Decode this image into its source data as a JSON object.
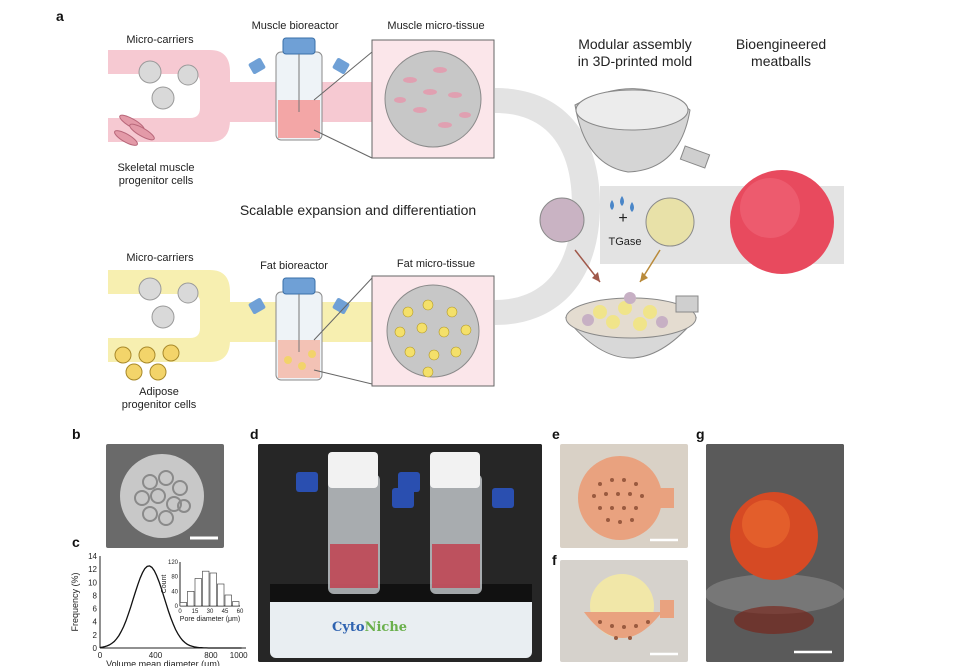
{
  "panels": {
    "a": "a",
    "b": "b",
    "c": "c",
    "d": "d",
    "e": "e",
    "f": "f",
    "g": "g"
  },
  "top": {
    "microcarriers": "Micro-carriers",
    "bioreactor": "Muscle bioreactor",
    "microtissue": "Muscle micro-tissue",
    "cells": "Skeletal muscle\nprogenitor cells"
  },
  "bottom": {
    "microcarriers": "Micro-carriers",
    "bioreactor": "Fat bioreactor",
    "microtissue": "Fat micro-tissue",
    "cells": "Adipose\nprogenitor cells"
  },
  "center_label": "Scalable expansion and differentiation",
  "assembly_label": "Modular assembly\nin 3D-printed mold",
  "product_label": "Bioengineered\nmeatballs",
  "plus": "+",
  "enzyme": "TGase",
  "chart_c": {
    "ylabel": "Frequency (%)",
    "xlabel": "Volume mean diameter (μm)",
    "yticks": [
      "0",
      "2",
      "4",
      "6",
      "8",
      "10",
      "12",
      "14"
    ],
    "xticks": [
      "0",
      "400",
      "800",
      "1000"
    ],
    "inset": {
      "ylabel": "Count",
      "xlabel": "Pore diameter (μm)",
      "yticks": [
        "0",
        "40",
        "80",
        "120"
      ],
      "xticks": [
        "0",
        "15",
        "30",
        "45",
        "60"
      ]
    }
  },
  "brand": {
    "part1": "Cyto",
    "part2": "Niche"
  }
}
